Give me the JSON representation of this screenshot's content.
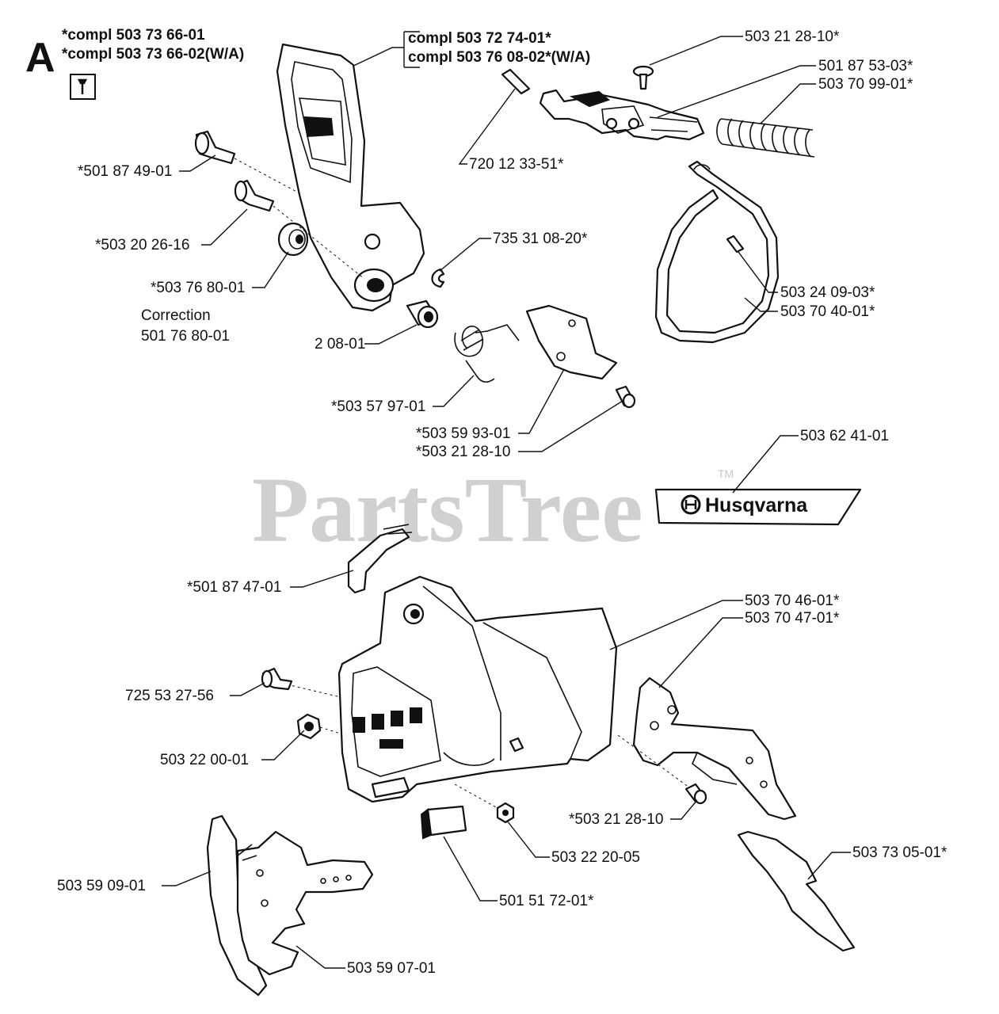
{
  "header": {
    "section_letter": "A",
    "handle_lines": [
      "*compl 503 73 66-01",
      "*compl 503 73 66-02(W/A)"
    ],
    "brake_lines": [
      "compl 503 72 74-01*",
      "compl 503 76 08-02*(W/A)"
    ]
  },
  "correction": {
    "title": "Correction",
    "value": "501 76 80-01"
  },
  "labels": [
    "503 21 28-10*",
    "501 87 53-03*",
    "503 70 99-01*",
    "720 12 33-51*",
    "*501 87 49-01",
    "*503 20 26-16",
    "735 31 08-20*",
    "*503 76 80-01",
    "503 24 09-03*",
    "503 70 40-01*",
    "2 08-01",
    "*503 57 97-01",
    "*503 59 93-01",
    "*503 21 28-10",
    "503 62 41-01",
    "*501 87 47-01",
    "503 70 46-01*",
    "503 70 47-01*",
    "725 53 27-56",
    "503 22 00-01",
    "*503 21 28-10",
    "503 22 20-05",
    "503 73 05-01*",
    "503 59 09-01",
    "501 51 72-01*",
    "503 59 07-01"
  ],
  "decal": {
    "brand": "Husqvarna"
  },
  "watermark": {
    "text": "PartsTree",
    "trademark": "TM"
  },
  "icons": [
    "wrench-icon",
    "husqvarna-crown-icon"
  ]
}
